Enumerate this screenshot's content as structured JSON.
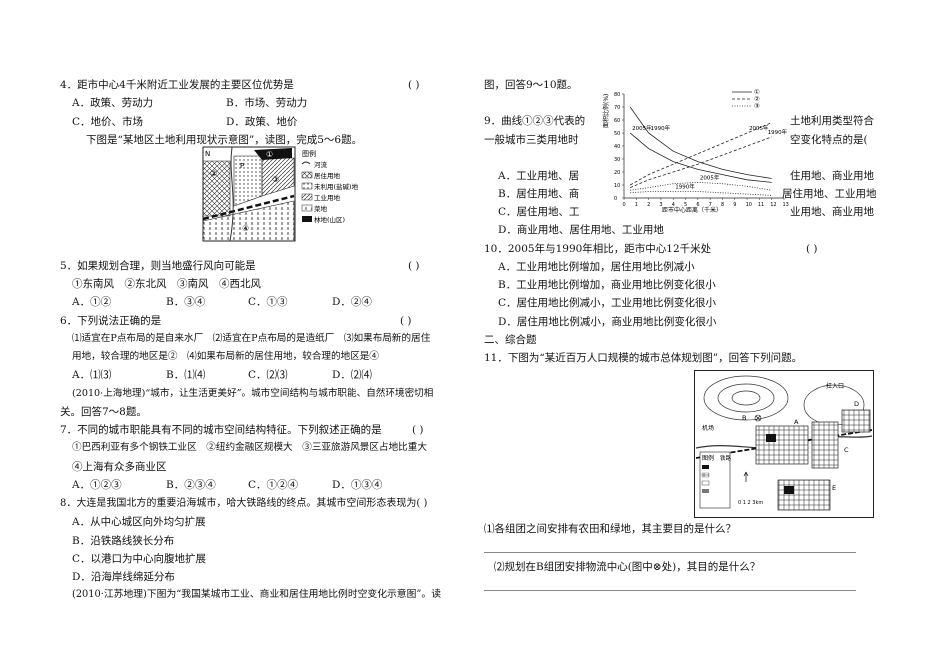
{
  "left": {
    "q4": "4．距市中心4千米附近工业发展的主要区位优势是",
    "q4_paren": "(      )",
    "q4_a": "A．政策、劳动力",
    "q4_b": "B．市场、劳动力",
    "q4_c": "C．地价、市场",
    "q4_d": "D．政策、地价",
    "intro56": "下图是“某地区土地利用现状示意图”，读图，完成5～6题。",
    "map1": {
      "legend_title": "图例",
      "items": [
        "河流",
        "居住用地",
        "未利用(盐碱)地",
        "工业用地",
        "菜地",
        "林地(山区)"
      ],
      "circle1": "①",
      "circle2": "②",
      "circle3": "③",
      "circle4": "④",
      "p_label": "P"
    },
    "q5": "5．如果规划合理，则当地盛行风向可能是",
    "q5_paren": "(      )",
    "q5_opts": "①东南风　②东北风　③南风　④西北风",
    "q5_a": "A．①②",
    "q5_b": "B．③④",
    "q5_c": "C．①③",
    "q5_d": "D．②④",
    "q6": "6．下列说法正确的是",
    "q6_paren": "(      )",
    "q6_l1": "⑴适宜在P点布局的是自来水厂　⑵适宜在P点布局的是造纸厂　⑶如果布局新的居住",
    "q6_l2": "用地，较合理的地区是②　⑷如果布局新的居住用地，较合理的地区是④",
    "q6_a": "A．⑴⑶",
    "q6_b": "B．⑴⑷",
    "q6_c": "C．⑵⑶",
    "q6_d": "D．⑵⑷",
    "intro78_l1": "(2010·上海地理)“城市，让生活更美好”。城市空间结构与城市职能、自然环境密切相",
    "intro78_l2": "关。回答7～8题。",
    "q7_l1": "7．不同的城市职能具有不同的城市空间结构特征。下列叙述正确的是",
    "q7_paren": "(      )",
    "q7_l2": "①巴西利亚有多个钢铁工业区　②纽约金融区规模大　③三亚旅游风景区占地比重大",
    "q7_l3": "④上海有众多商业区",
    "q7_a": "A．①②③",
    "q7_b": "B．②③④",
    "q7_c": "C．①②④",
    "q7_d": "D．①③④",
    "q8": "8．大连是我国北方的重要沿海城市，哈大铁路线的终点。其城市空间形态表现为(      )",
    "q8_a": "A．从中心城区向外均匀扩展",
    "q8_b": "B．沿铁路线狭长分布",
    "q8_c": "C．以港口为中心向腹地扩展",
    "q8_d": "D．沿海岸线绵延分布",
    "intro910": "(2010·江苏地理)下图为“我国某城市工业、商业和居住用地比例时空变化示意图”。读"
  },
  "right": {
    "intro910_cont": "图，回答9～10题。",
    "q9_l1a": "9．曲线①②③代表的",
    "q9_l1b": "土地利用类型符合",
    "q9_l2a": "一般城市三类用地时",
    "q9_l2b": "空变化特点的是(",
    "q9_a_left": "A．工业用地、居",
    "q9_a_right": "住用地、商业用地",
    "q9_b_left": "B．居住用地、商",
    "q9_b_right": "居住用地、工业用地",
    "q9_c_left": "C．居住用地、工",
    "q9_c_right": "业用地、商业用地",
    "q9_d": "D．商业用地、居住用地、工业用地",
    "q10": "10．2005年与1990年相比，距市中心12千米处",
    "q10_paren": "(      )",
    "q10_a": "A．工业用地比例增加，居住用地比例减小",
    "q10_b": "B．工业用地比例增加，商业用地比例变化很小",
    "q10_c": "C．居住用地比例减小，工业用地比例变化很小",
    "q10_d": "D．居住用地比例减小，商业用地比例变化很小",
    "sec2": "二、综合题",
    "q11": "11．下图为“某近百万人口规模的城市总体规划图”，回答下列问题。",
    "q11_1": "⑴各组团之间安排有农田和绿地，其主要目的是什么？",
    "q11_2": "⑵规划在B组团安排物流中心(图中⊗处)，其目的是什么？"
  },
  "chart_data": {
    "type": "line",
    "xlabel": "距市中心距离（千米）",
    "ylabel": "面积比例(%)",
    "x_ticks": [
      0,
      1,
      2,
      3,
      4,
      5,
      6,
      7,
      8,
      9,
      10,
      11,
      12,
      13
    ],
    "y_ticks": [
      0,
      10,
      20,
      30,
      40,
      50,
      60,
      70,
      80
    ],
    "xlim": [
      0,
      13
    ],
    "ylim": [
      0,
      80
    ],
    "legend": [
      "①",
      "②",
      "③"
    ],
    "legend_position": "top-right",
    "series": [
      {
        "name": "1990年",
        "style": "solid",
        "x": [
          0.5,
          2,
          4,
          6,
          8,
          10,
          12
        ],
        "y": [
          70,
          50,
          36,
          28,
          22,
          18,
          15
        ]
      },
      {
        "name": "2005年",
        "style": "solid",
        "x": [
          0.5,
          2,
          4,
          6,
          8,
          10,
          12
        ],
        "y": [
          50,
          38,
          28,
          22,
          18,
          14,
          12
        ]
      },
      {
        "name": "2005年",
        "style": "dashed",
        "x": [
          0.5,
          2,
          4,
          6,
          8,
          10,
          12
        ],
        "y": [
          10,
          18,
          26,
          34,
          42,
          50,
          58
        ]
      },
      {
        "name": "1990年",
        "style": "dashed",
        "x": [
          0.5,
          2,
          4,
          6,
          8,
          10,
          12
        ],
        "y": [
          8,
          14,
          20,
          26,
          33,
          40,
          47
        ]
      },
      {
        "name": "2005年",
        "style": "dotted",
        "x": [
          0.5,
          2,
          4,
          6,
          8,
          10,
          12
        ],
        "y": [
          6,
          8,
          11,
          12,
          11,
          9,
          6
        ]
      },
      {
        "name": "1990年",
        "style": "dotted",
        "x": [
          0.5,
          2,
          4,
          6,
          8,
          10,
          12
        ],
        "y": [
          4,
          5,
          5,
          5,
          4,
          3,
          2
        ]
      }
    ],
    "annotations": [
      "1990年",
      "2005年",
      "2005年",
      "1990年",
      "2005年",
      "1990年"
    ]
  },
  "map2": {
    "labels": [
      "B",
      "机场",
      "扛入口",
      "铁路",
      "D",
      "C",
      "E",
      "A",
      "图例"
    ],
    "scale_text": "0 1 2 3km"
  }
}
